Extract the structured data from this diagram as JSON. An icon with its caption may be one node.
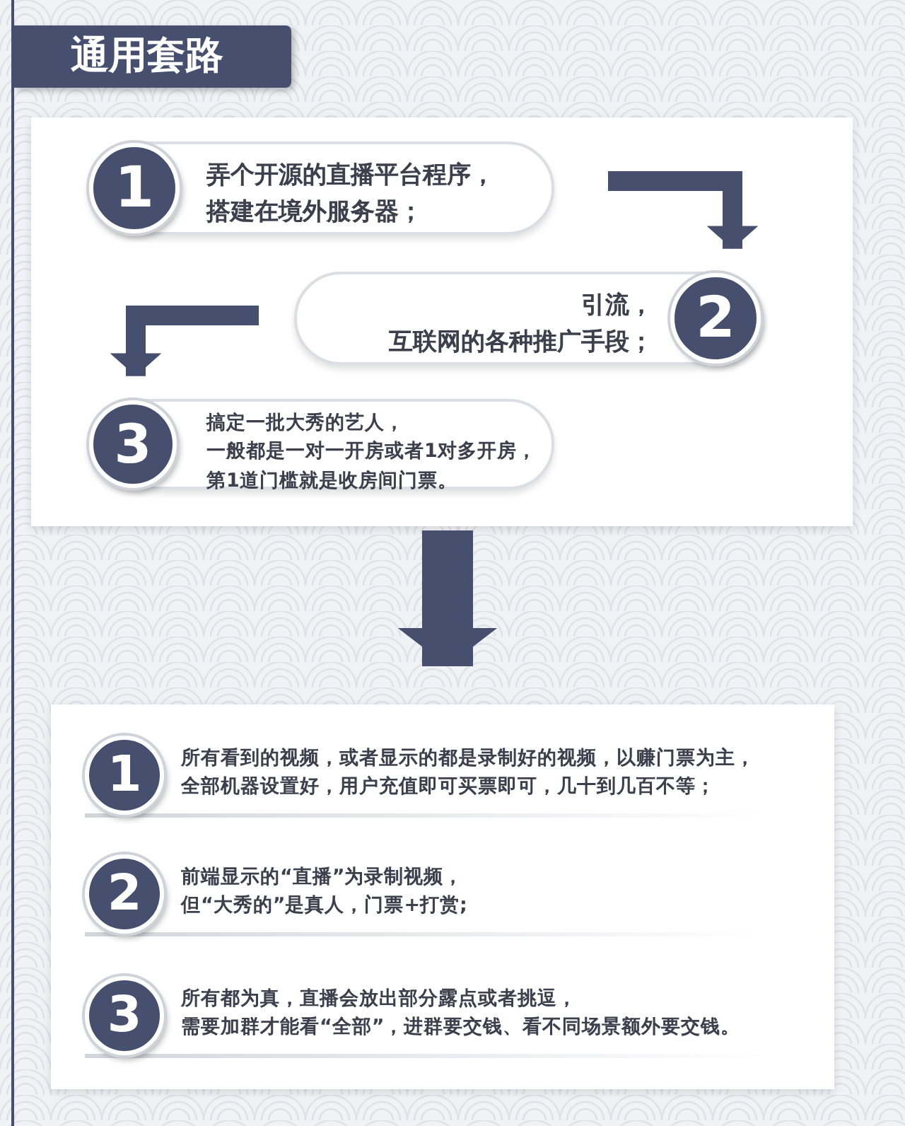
{
  "diagram": {
    "title": "通用套路",
    "nodes": [
      {
        "text": [],
        "shape": "box"
      },
      {
        "text": [
          "1",
          "弄个开源的直播平台程序，搭建在境外服务器；"
        ],
        "in": 0
      },
      {
        "text": [
          "引流，互联网的各种推广手段；",
          "2"
        ],
        "in": 0
      },
      {
        "text": [
          "3",
          "搞定一批大秀的艺人，一般都是一对一开房或者1对多开房，第1道门槛就是收房间门票。"
        ],
        "in": 0
      },
      {
        "text": [],
        "shape": "box"
      },
      {
        "text": [
          "1",
          "所有看到的视频，或者显示的都是录制好的视频，以赚门票为主，全部机器设置好，用户充值即可买票即可，几十到几百不等；"
        ],
        "in": 4
      },
      {
        "text": [
          "2",
          "前端显示的“直播”为录制视频，但“大秀的”是真人，门票+打赏;"
        ],
        "in": 4
      },
      {
        "text": [
          "3",
          "所有都为真，直播会放出部分露点或者挑逗，需要加群才能看“全部”，进群要交钱、看不同场景额外要交钱。"
        ],
        "in": 4
      }
    ],
    "edges": [
      {
        "from": 1,
        "to": 2,
        "arrow": "to"
      },
      {
        "from": 2,
        "to": 3,
        "arrow": "to"
      },
      {
        "from": 0,
        "to": 4,
        "arrow": "to",
        "style": "thick"
      }
    ]
  }
}
